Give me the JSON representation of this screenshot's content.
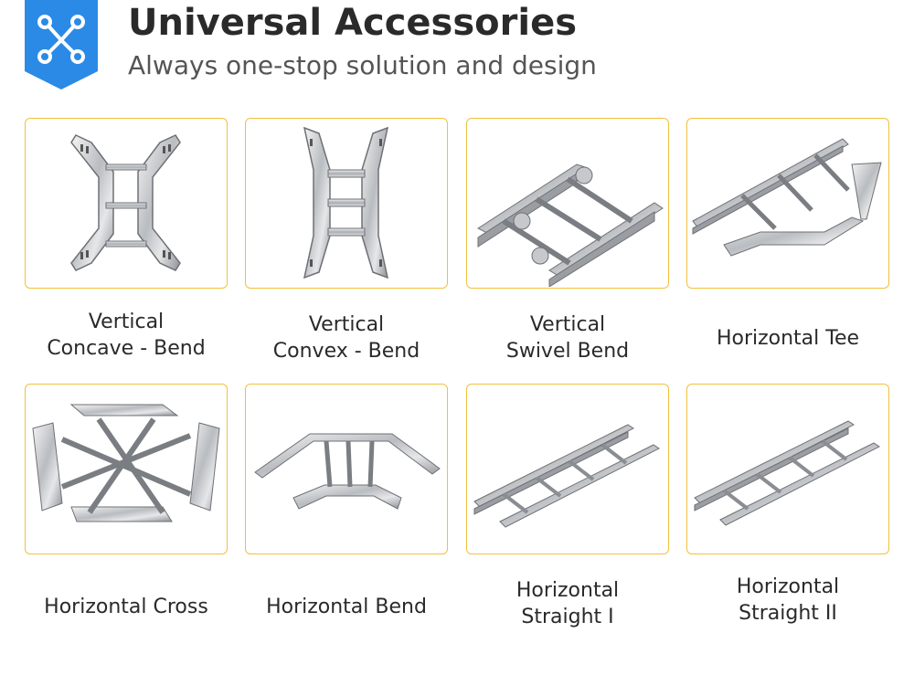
{
  "header": {
    "title": "Universal Accessories",
    "subtitle": "Always one-stop solution and design",
    "badge_icon": "network-nodes-icon",
    "badge_color": "#2a8ae6"
  },
  "accent_border_color": "#f2c03c",
  "products": [
    {
      "image": "vertical-concave-bend-image",
      "label": [
        "Vertical",
        "Concave - Bend"
      ]
    },
    {
      "image": "vertical-convex-bend-image",
      "label": [
        "Vertical",
        "Convex - Bend"
      ]
    },
    {
      "image": "vertical-swivel-bend-image",
      "label": [
        "Vertical",
        "Swivel Bend"
      ]
    },
    {
      "image": "horizontal-tee-image",
      "label": [
        "Horizontal Tee"
      ]
    },
    {
      "image": "horizontal-cross-image",
      "label": [
        "Horizontal Cross"
      ]
    },
    {
      "image": "horizontal-bend-image",
      "label": [
        "Horizontal Bend"
      ]
    },
    {
      "image": "horizontal-straight-1-image",
      "label": [
        "Horizontal",
        "Straight I"
      ]
    },
    {
      "image": "horizontal-straight-2-image",
      "label": [
        "Horizontal",
        "Straight II"
      ]
    }
  ]
}
